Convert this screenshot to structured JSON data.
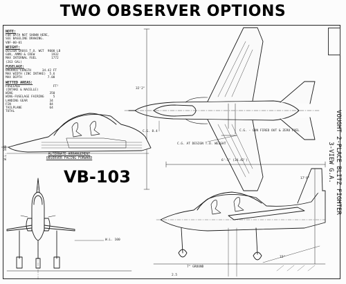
{
  "page": {
    "heading": "TWO OBSERVER OPTIONS",
    "model_designation": "VB-103",
    "alternate_arrangement": {
      "line1": "ALTERNATE ARRANGEMENT",
      "line2": "OBSERVER FACING FORWARD"
    },
    "title_strip": {
      "line1": "VOUGHT 2-PLACE BLITZ FIGHTER",
      "line2": "3-VIEW G.A."
    }
  },
  "notes": {
    "note_header": "NOTE:",
    "note_lines": [
      "FOR DATA NOT SHOWN HERE,",
      "SEE BASELINE DRAWING.",
      "VBF-00-01"
    ],
    "weight_header": "WEIGHT:",
    "weight_lines": [
      "DESIGN GROSS T.O. WGT  9000 LB",
      "GUN, AMMO & CREW         1932",
      "MAX INTERNAL FUEL        1772",
      "(263 GAL)"
    ],
    "fuselage_header": "FUSELAGE:",
    "fuselage_lines": [
      "OVERALL LENGTH      34.42 FT",
      "MAX WIDTH (INC INTAKE)  5.6",
      "MAX DEPTH              7.08"
    ],
    "wetted_header": "WETTED AREAS:",
    "wetted_lines": [
      "FUSELAGE                  FT²",
      "(INTAKE & NACELLE)",
      "WING                    350",
      "WING-FUSELAGE FAIRING     5",
      "LANDING GEAR            34",
      "FIN                     84",
      "TAILPLANE               64",
      "TOTAL"
    ]
  },
  "dimensions": {
    "span_top": "32'2\"",
    "length_side": "6'-5\" (34.42')",
    "height_side": "17'6\"",
    "cg_label": "C.G. 8.4",
    "cg_design": "C.G. AT DESIGN T.O. WEIGHT",
    "gun_note": "C.G. - GUN FIRED OUT & ZERO FUEL",
    "ground_note": "7° GROUND",
    "angle_note": "15°",
    "sta_note": "W.L. 100",
    "left_mark": "W.L. 100",
    "bottom_small": "2.5"
  }
}
